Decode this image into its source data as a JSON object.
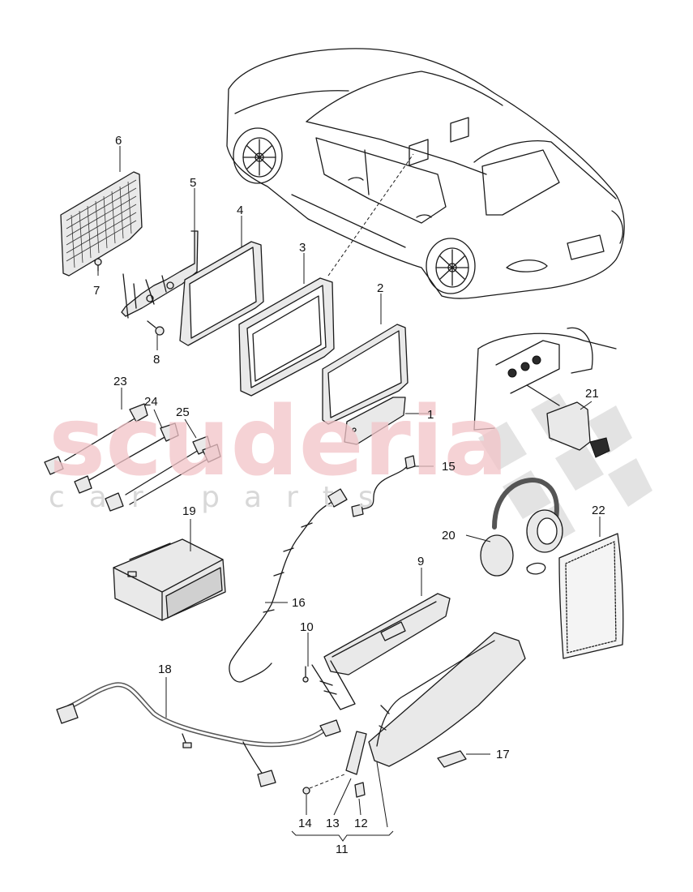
{
  "watermark": {
    "brand": "scuderia",
    "tagline": "car parts"
  },
  "callouts": {
    "p1": "1",
    "p2": "2",
    "p3": "3",
    "p4": "4",
    "p5": "5",
    "p6": "6",
    "p7": "7",
    "p8": "8",
    "p9": "9",
    "p10": "10",
    "p11": "11",
    "p12": "12",
    "p13": "13",
    "p14": "14",
    "p15": "15",
    "p16": "16",
    "p17": "17",
    "p18": "18",
    "p19": "19",
    "p20": "20",
    "p21": "21",
    "p22": "22",
    "p23": "23",
    "p24": "24",
    "p25": "25"
  },
  "colors": {
    "line": "#1a1a1a",
    "watermark_red": "#f2c4c8",
    "watermark_grey": "#d8d8d8"
  }
}
